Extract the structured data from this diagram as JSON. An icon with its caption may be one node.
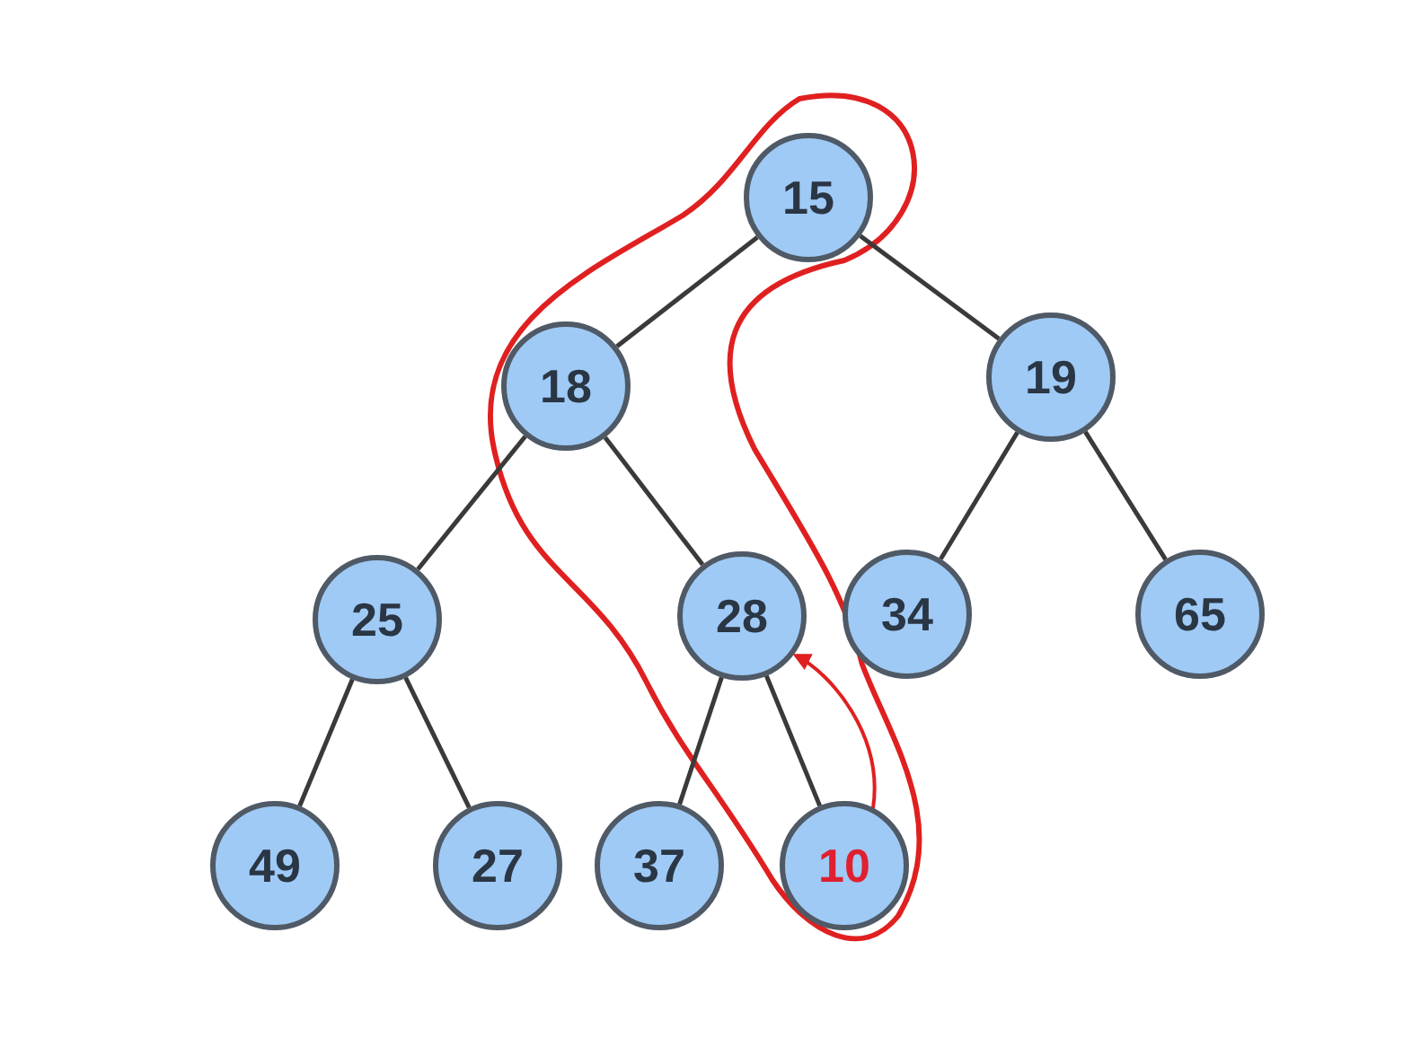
{
  "diagram": {
    "nodes": [
      {
        "text": [
          "15"
        ]
      },
      {
        "text": [
          "18"
        ]
      },
      {
        "text": [
          "19"
        ]
      },
      {
        "text": [
          "25"
        ]
      },
      {
        "text": [
          "28"
        ]
      },
      {
        "text": [
          "34"
        ]
      },
      {
        "text": [
          "65"
        ]
      },
      {
        "text": [
          "49"
        ]
      },
      {
        "text": [
          "27"
        ]
      },
      {
        "text": [
          "37"
        ]
      },
      {
        "text": [
          "10"
        ]
      }
    ],
    "edges": [
      {
        "from": 0,
        "to": 1,
        "arrow": "none"
      },
      {
        "from": 0,
        "to": 2,
        "arrow": "none"
      },
      {
        "from": 1,
        "to": 3,
        "arrow": "none"
      },
      {
        "from": 1,
        "to": 4,
        "arrow": "none"
      },
      {
        "from": 2,
        "to": 5,
        "arrow": "none"
      },
      {
        "from": 2,
        "to": 6,
        "arrow": "none"
      },
      {
        "from": 3,
        "to": 7,
        "arrow": "none"
      },
      {
        "from": 3,
        "to": 8,
        "arrow": "none"
      },
      {
        "from": 4,
        "to": 9,
        "arrow": "none"
      },
      {
        "from": 4,
        "to": 10,
        "arrow": "none"
      },
      {
        "from": 10,
        "to": 4,
        "arrow": "to",
        "color": "#e02020"
      }
    ]
  }
}
